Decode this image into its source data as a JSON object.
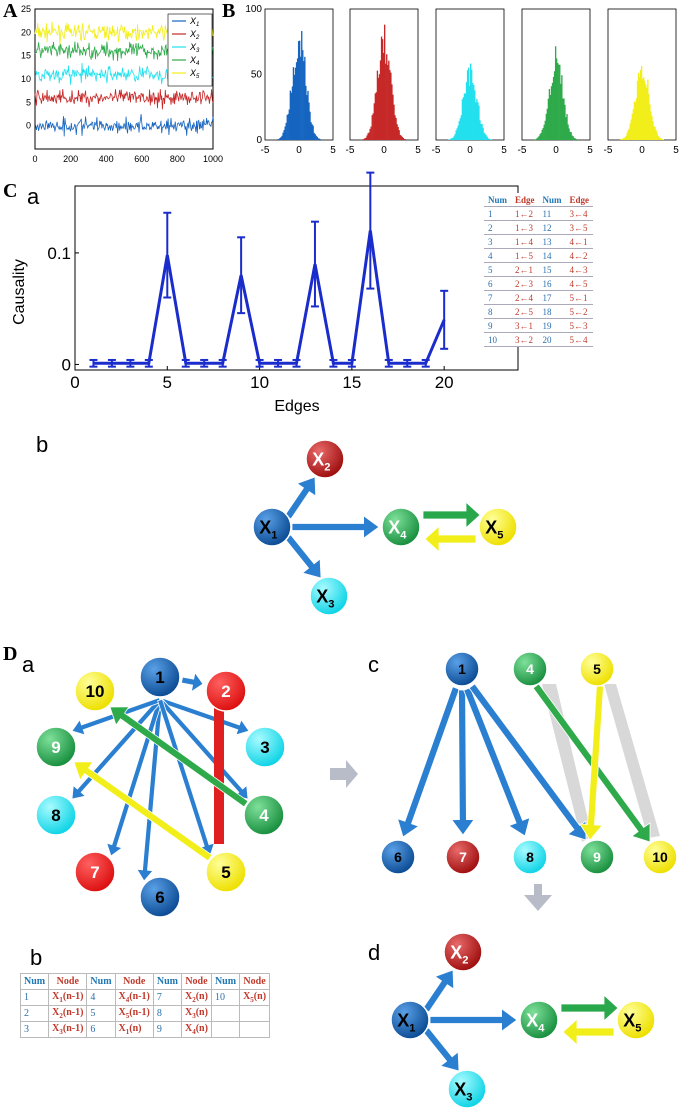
{
  "panel_labels": {
    "A": "A",
    "B": "B",
    "C": "C",
    "D": "D",
    "Ca": "a",
    "Cb": "b",
    "Da": "a",
    "Db": "b",
    "Dc": "c",
    "Dd": "d"
  },
  "colors": {
    "blue": "#1565c0",
    "red": "#c62828",
    "cyan": "#22e0ee",
    "green": "#2eaa4a",
    "yellow": "#f2ee1a",
    "gray": "#cccccc"
  },
  "panelA": {
    "xticks": [
      "0",
      "200",
      "400",
      "600",
      "800",
      "1000"
    ],
    "yticks": [
      "0",
      "5",
      "10",
      "15",
      "20",
      "25"
    ],
    "legend": [
      "X",
      "X",
      "X",
      "X",
      "X"
    ],
    "legend_sub": [
      "1",
      "2",
      "3",
      "4",
      "5"
    ],
    "levels": [
      0,
      6,
      11,
      16,
      20
    ]
  },
  "panelB": {
    "xticks": [
      "-5",
      "0",
      "5"
    ],
    "yticks": [
      "0",
      "50",
      "100"
    ]
  },
  "chart_data": [
    {
      "type": "line",
      "x": [
        1,
        2,
        3,
        4,
        5,
        6,
        7,
        8,
        9,
        10,
        11,
        12,
        13,
        14,
        15,
        16,
        17,
        18,
        19,
        20
      ],
      "series": [
        {
          "values": [
            0.001,
            0.001,
            0.001,
            0.001,
            0.098,
            0.001,
            0.001,
            0.001,
            0.08,
            0.001,
            0.001,
            0.001,
            0.09,
            0.001,
            0.001,
            0.12,
            0.001,
            0.001,
            0.001,
            0.04
          ],
          "err": [
            0.003,
            0.003,
            0.003,
            0.003,
            0.038,
            0.003,
            0.003,
            0.003,
            0.034,
            0.003,
            0.003,
            0.003,
            0.038,
            0.003,
            0.003,
            0.052,
            0.003,
            0.003,
            0.003,
            0.026
          ]
        }
      ],
      "xlabel": "Edges",
      "ylabel": "Causality",
      "xticks": [
        "0",
        "5",
        "10",
        "15",
        "20"
      ],
      "yticks": [
        "0",
        "0.1"
      ],
      "xlim": [
        0,
        24
      ],
      "ylim": [
        -0.005,
        0.16
      ]
    }
  ],
  "edge_table": {
    "headers": [
      "Num",
      "Edge",
      "Num",
      "Edge"
    ],
    "rows": [
      [
        "1",
        "1←2",
        "11",
        "3←4"
      ],
      [
        "2",
        "1←3",
        "12",
        "3←5"
      ],
      [
        "3",
        "1←4",
        "13",
        "4←1"
      ],
      [
        "4",
        "1←5",
        "14",
        "4←2"
      ],
      [
        "5",
        "2←1",
        "15",
        "4←3"
      ],
      [
        "6",
        "2←3",
        "16",
        "4←5"
      ],
      [
        "7",
        "2←4",
        "17",
        "5←1"
      ],
      [
        "8",
        "2←5",
        "18",
        "5←2"
      ],
      [
        "9",
        "3←1",
        "19",
        "5←3"
      ],
      [
        "10",
        "3←2",
        "20",
        "5←4"
      ]
    ]
  },
  "graph_nodes": {
    "x": "X",
    "subs": [
      "1",
      "2",
      "3",
      "4",
      "5"
    ]
  },
  "Da_nodes": [
    "1",
    "2",
    "3",
    "4",
    "5",
    "6",
    "7",
    "8",
    "9",
    "10"
  ],
  "node_table": {
    "headers": [
      "Num",
      "Node",
      "Num",
      "Node",
      "Num",
      "Node",
      "Num",
      "Node"
    ],
    "rows": [
      [
        [
          "1"
        ],
        [
          "X",
          "1",
          "(n-1)"
        ],
        [
          "4"
        ],
        [
          "X",
          "4",
          "(n-1)"
        ],
        [
          "7"
        ],
        [
          "X",
          "2",
          "(n)"
        ],
        [
          "10"
        ],
        [
          "X",
          "5",
          "(n)"
        ]
      ],
      [
        [
          "2"
        ],
        [
          "X",
          "2",
          "(n-1)"
        ],
        [
          "5"
        ],
        [
          "X",
          "5",
          "(n-1)"
        ],
        [
          "8"
        ],
        [
          "X",
          "3",
          "(n)"
        ],
        [
          ""
        ],
        [
          ""
        ]
      ],
      [
        [
          "3"
        ],
        [
          "X",
          "3",
          "(n-1)"
        ],
        [
          "6"
        ],
        [
          "X",
          "1",
          "(n)"
        ],
        [
          "9"
        ],
        [
          "X",
          "4",
          "(n)"
        ],
        [
          ""
        ],
        [
          ""
        ]
      ]
    ]
  }
}
